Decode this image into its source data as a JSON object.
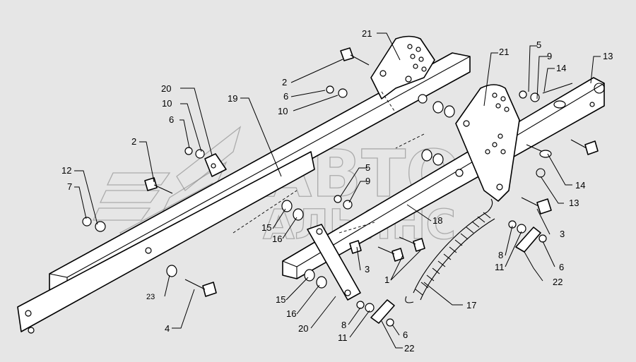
{
  "watermark": {
    "line1": "АВТО",
    "line2": "АЛЬЯНС"
  },
  "callouts": {
    "c21a": "21",
    "c21b": "21",
    "c5a": "5",
    "c9a": "9",
    "c13a": "13",
    "c14a": "14",
    "c2a": "2",
    "c6a": "6",
    "c10a": "10",
    "c20a": "20",
    "c10b": "10",
    "c6b": "6",
    "c19": "19",
    "c2b": "2",
    "c12": "12",
    "c7": "7",
    "c5b": "5",
    "c9b": "9",
    "c14b": "14",
    "c13b": "13",
    "c15a": "15",
    "c16a": "16",
    "c18": "18",
    "c3a": "3",
    "c3b": "3",
    "c8a": "8",
    "c11a": "11",
    "c6c": "6",
    "c22a": "22",
    "c1": "1",
    "c17": "17",
    "c23": "23",
    "c4": "4",
    "c15b": "15",
    "c16b": "16",
    "c20b": "20",
    "c8b": "8",
    "c11b": "11",
    "c6d": "6",
    "c22b": "22"
  },
  "colors": {
    "background": "#e6e6e6",
    "line": "#000000",
    "part_fill": "#ffffff",
    "watermark": "#7a7a7a"
  }
}
